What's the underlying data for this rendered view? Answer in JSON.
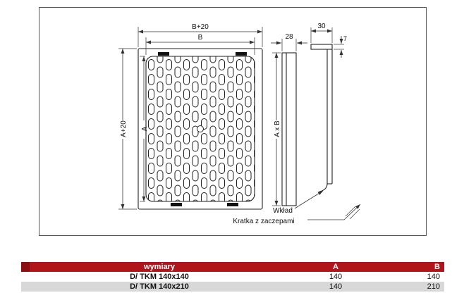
{
  "drawing": {
    "dims": {
      "b20": "B+20",
      "b": "B",
      "a20": "A+20",
      "a": "A",
      "axb": "A x B",
      "d28": "28",
      "d30": "30",
      "d7": "7"
    },
    "callouts": {
      "wklad": "Wkład",
      "kratka": "Kratka z zaczepami"
    }
  },
  "table": {
    "header": {
      "title": "wymiary",
      "col_a": "A",
      "col_b": "B"
    },
    "rows": [
      {
        "name": "D/ TKM 140x140",
        "a": "140",
        "b": "140"
      },
      {
        "name": "D/ TKM 140x210",
        "a": "140",
        "b": "210"
      }
    ],
    "colors": {
      "header_bg": "#b0151c",
      "header_stub": "#8c0f15",
      "row_alt": "#d8d8d8",
      "line": "#222222"
    }
  }
}
